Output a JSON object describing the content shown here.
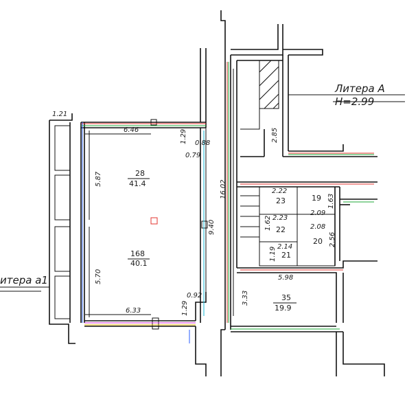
{
  "labels": {
    "litera_a": "Литера А",
    "height": "Н=2.99",
    "litera_a1": "итера а1"
  },
  "rooms": {
    "r28": {
      "number": "28",
      "area": "41.4"
    },
    "r168": {
      "number": "168",
      "area": "40.1"
    },
    "r23": {
      "number": "23"
    },
    "r19": {
      "number": "19"
    },
    "r22": {
      "number": "22"
    },
    "r20": {
      "number": "20"
    },
    "r21": {
      "number": "21"
    },
    "r35": {
      "number": "35",
      "area": "19.9"
    }
  },
  "dimensions": {
    "d_1_21": "1.21",
    "d_6_46": "6.46",
    "d_1_29_top": "1.29",
    "d_0_88": "0.88",
    "d_0_79": "0.79",
    "d_5_87": "5.87",
    "d_5_70": "5.70",
    "d_9_40": "9.40",
    "d_16_02": "16.02",
    "d_2_85": "2.85",
    "d_0_92": "0.92",
    "d_1_29_bottom": "1.29",
    "d_6_33": "6.33",
    "d_2_22": "2.22",
    "d_1_63": "1.63",
    "d_2_09": "2.09",
    "d_2_23": "2.23",
    "d_1_62": "1.62",
    "d_2_08": "2.08",
    "d_2_56": "2.56",
    "d_2_14": "2.14",
    "d_1_19": "1.19",
    "d_5_98": "5.98",
    "d_3_33": "3.33"
  }
}
